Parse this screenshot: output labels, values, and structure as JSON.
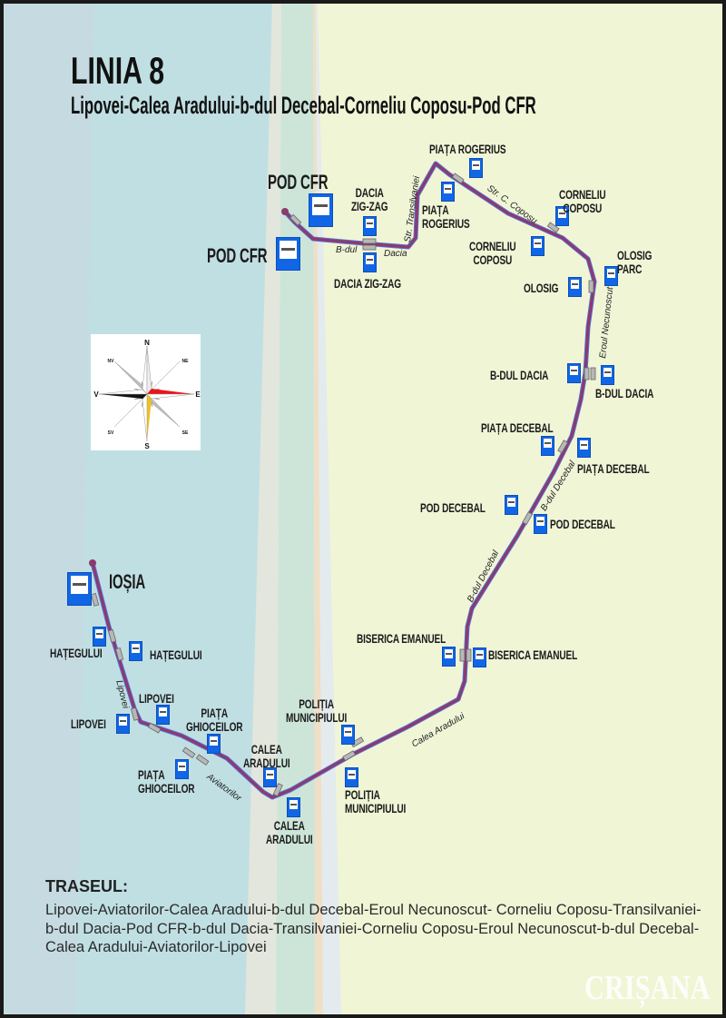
{
  "header": {
    "title": "LINIA 8",
    "subtitle": "Lipovei-Calea Aradului-b-dul Decebal-Corneliu Coposu-Pod CFR"
  },
  "colors": {
    "route": "#8b3a6e",
    "route_outline": "#5a6fd0",
    "stop_sign": "#1166e6",
    "water": "#c0dfe3",
    "land": "#f0f5d6"
  },
  "stops": [
    "PIAȚA ROGERIUS",
    "POD CFR",
    "DACIA\nZIG-ZAG",
    "PIAȚA\nROGERIUS",
    "CORNELIU\nCOPOSU",
    "POD CFR",
    "DACIA ZIG-ZAG",
    "CORNELIU\nCOPOSU",
    "OLOSIG\nPARC",
    "OLOSIG",
    "B-DUL DACIA",
    "B-DUL DACIA",
    "PIAȚA DECEBAL",
    "PIAȚA DECEBAL",
    "POD DECEBAL",
    "POD DECEBAL",
    "IOȘIA",
    "BISERICA EMANUEL",
    "BISERICA EMANUEL",
    "HAȚEGULUI",
    "HAȚEGULUI",
    "LIPOVEI",
    "LIPOVEI",
    "PIAȚA\nGHIOCEILOR",
    "POLIȚIA\nMUNICIPIULUI",
    "CALEA\nARADULUI",
    "PIAȚA\nGHIOCEILOR",
    "POLIȚIA\nMUNICIPIULUI",
    "CALEA\nARADULUI"
  ],
  "streets": [
    "Str. Transilvaniei",
    "Str. C. Coposu",
    "B-dul",
    "Dacia",
    "Eroul Necunoscut",
    "B-dul Decebal",
    "B-dul Decebal",
    "Lipovei",
    "Aviatorilor",
    "Calea Aradului"
  ],
  "compass": {
    "N": "N",
    "S": "S",
    "E": "E",
    "V": "V",
    "NE": "NE",
    "NV": "NV",
    "SE": "SE",
    "SV": "SV"
  },
  "traseu": {
    "heading": "TRASEUL:",
    "text": "Lipovei-Aviatorilor-Calea Aradului-b-dul Decebal-Eroul Necunoscut- Corneliu Coposu-Transilvaniei-b-dul Dacia-Pod CFR-b-dul Dacia-Transilvaniei-Corneliu Coposu-Eroul Necunoscut-b-dul Decebal-Calea Aradului-Aviatorilor-Lipovei"
  },
  "watermark": "CRIȘANA"
}
